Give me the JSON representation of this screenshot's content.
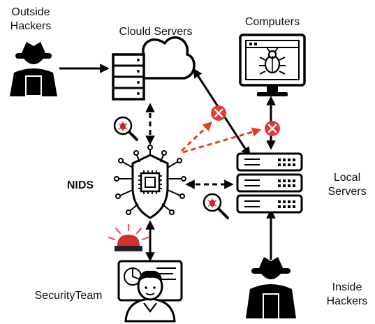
{
  "labels": {
    "outside_hackers": "Outside\nHackers",
    "cloud_servers": "Clould Servers",
    "computers": "Computers",
    "nids": "NIDS",
    "local_servers": "Local\nServers",
    "security_team": "SecurityTeam",
    "inside_hackers": "Inside\nHackers"
  },
  "colors": {
    "ink": "#000000",
    "attack_arrow": "#e8401c",
    "block_marker": "#e53935",
    "alarm_red": "#d32f2f",
    "alarm_ray": "#ef5350",
    "bug": "#c62828"
  },
  "icons": [
    "outside-hacker-icon",
    "cloud-server-icon",
    "computer-bug-icon",
    "nids-chip-icon",
    "local-server-icon",
    "security-team-icon",
    "inside-hacker-icon",
    "virus-magnifier-icon",
    "alarm-icon",
    "block-marker-icon"
  ]
}
